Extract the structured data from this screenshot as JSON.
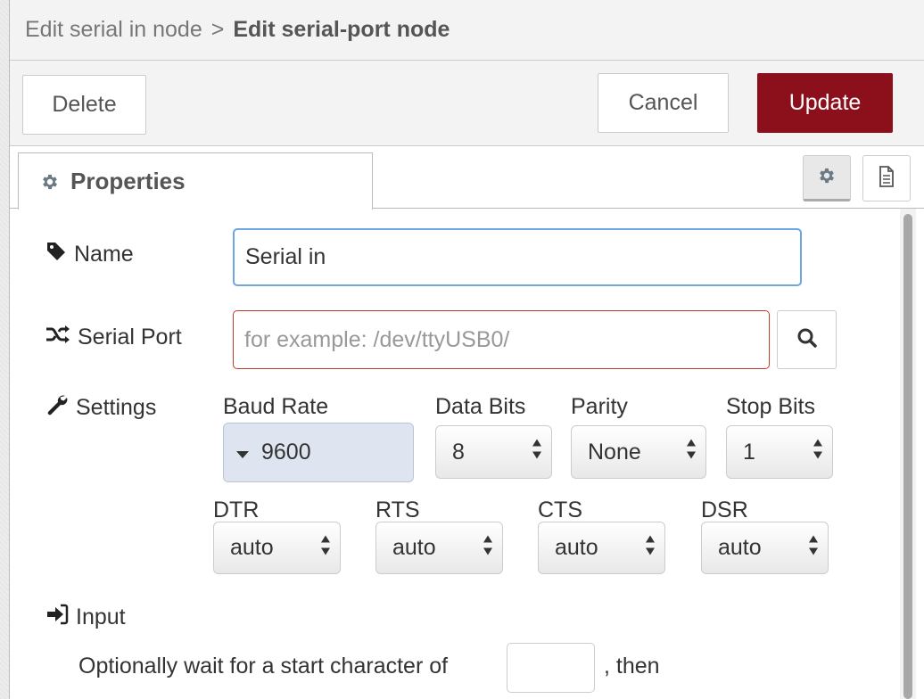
{
  "breadcrumb": {
    "parent": "Edit serial in node",
    "separator": ">",
    "current": "Edit serial-port node"
  },
  "toolbar": {
    "delete_label": "Delete",
    "cancel_label": "Cancel",
    "update_label": "Update"
  },
  "tabs": {
    "properties_label": "Properties"
  },
  "icons": {
    "tab": "gear-icon",
    "settings_button": "gear-icon",
    "info_button": "document-icon",
    "name": "tag-icon",
    "serial_port": "shuffle-icon",
    "search": "search-icon",
    "settings": "wrench-icon",
    "input": "sign-in-icon"
  },
  "form": {
    "name": {
      "label": "Name",
      "value": "Serial in"
    },
    "serial_port": {
      "label": "Serial Port",
      "value": "",
      "placeholder": "for example: /dev/ttyUSB0/"
    },
    "settings": {
      "label": "Settings",
      "baud_rate": {
        "label": "Baud Rate",
        "value": "9600"
      },
      "data_bits": {
        "label": "Data Bits",
        "value": "8"
      },
      "parity": {
        "label": "Parity",
        "value": "None"
      },
      "stop_bits": {
        "label": "Stop Bits",
        "value": "1"
      },
      "dtr": {
        "label": "DTR",
        "value": "auto"
      },
      "rts": {
        "label": "RTS",
        "value": "auto"
      },
      "cts": {
        "label": "CTS",
        "value": "auto"
      },
      "dsr": {
        "label": "DSR",
        "value": "auto"
      }
    },
    "input": {
      "label": "Input",
      "wait_text_prefix": "Optionally wait for a start character of",
      "start_char_value": "",
      "wait_text_suffix": ", then"
    }
  },
  "colors": {
    "update_button": "#8c101c",
    "name_focus_border": "#6fa6e0",
    "serial_port_error_border": "#c0392b",
    "baud_rate_background": "#dfe5f0"
  }
}
